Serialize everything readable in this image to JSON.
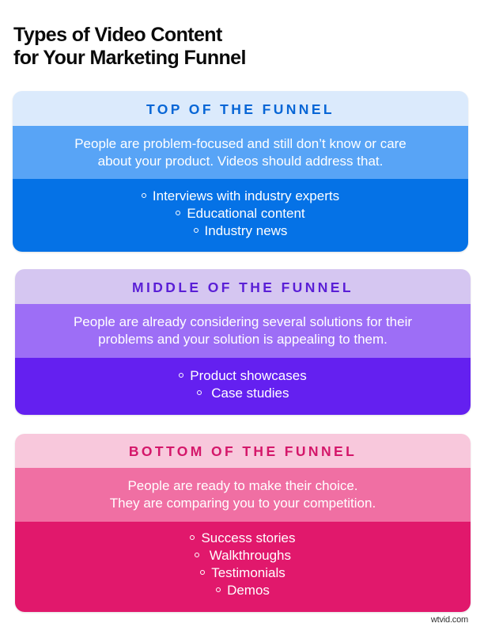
{
  "title": {
    "line1": "Types of Video Content",
    "line2": "for Your Marketing Funnel"
  },
  "sections": [
    {
      "heading": "TOP OF THE FUNNEL",
      "description": {
        "line1": "People are problem-focused and still don’t know or care",
        "line2": "about your product. Videos should address that."
      },
      "items": [
        "Interviews with industry experts",
        "Educational content",
        "Industry news"
      ],
      "colors": {
        "header_bg": "#dbeafc",
        "heading_text": "#0766d6",
        "desc_bg": "#58a4f6",
        "list_bg": "#0572e6"
      }
    },
    {
      "heading": "MIDDLE OF THE FUNNEL",
      "description": {
        "line1": "People are already considering several solutions for their",
        "line2": "problems and your solution is appealing to them."
      },
      "items": [
        "Product showcases",
        " Case studies"
      ],
      "colors": {
        "header_bg": "#d5c6f1",
        "heading_text": "#5a1fd6",
        "desc_bg": "#9d6ef6",
        "list_bg": "#6420f0"
      }
    },
    {
      "heading": "BOTTOM OF THE FUNNEL",
      "description": {
        "line1": "People are ready to make their choice.",
        "line2": "They are comparing you to your competition."
      },
      "items": [
        "Success stories",
        " Walkthroughs",
        "Testimonials",
        "Demos"
      ],
      "colors": {
        "header_bg": "#f8c8dc",
        "heading_text": "#d4176a",
        "desc_bg": "#f06fa3",
        "list_bg": "#e1186c"
      }
    }
  ],
  "watermark": "wtvid.com",
  "icons": {
    "bullet": "hollow-circle-bullet"
  }
}
